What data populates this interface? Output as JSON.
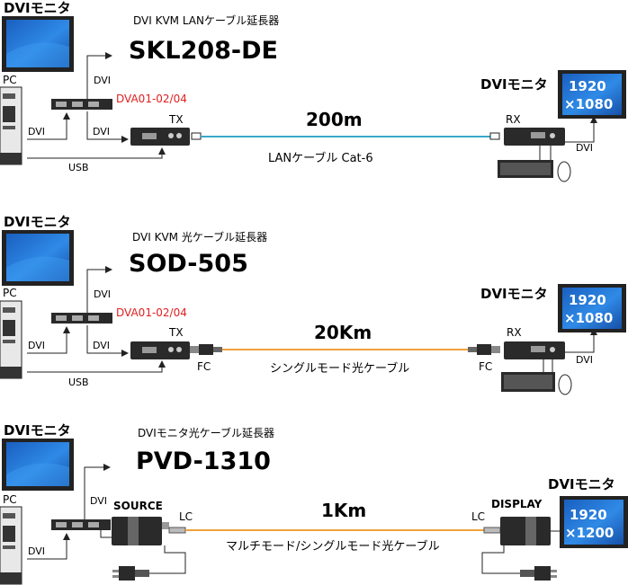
{
  "colors": {
    "lan": "#3aa8c8",
    "fiber": "#f0a23a",
    "red": "#e02020",
    "screen": "#1f6fcf",
    "device": "#2a2a2a"
  },
  "section1": {
    "monitor_left": "DVIモニタ",
    "subtitle": "DVI KVM LANケーブル延長器",
    "model": "SKL208-DE",
    "pc": "PC",
    "dvi_up": "DVI",
    "dvi_pc": "DVI",
    "dvi_tx": "DVI",
    "splitter": "DVA01-02/04",
    "tx": "TX",
    "usb": "USB",
    "distance": "200m",
    "cable": "LANケーブル Cat-6",
    "rx": "RX",
    "monitor_right": "DVIモニタ",
    "res_line1": "1920",
    "res_line2": "×1080",
    "dvi_rx": "DVI"
  },
  "section2": {
    "monitor_left": "DVIモニタ",
    "subtitle": "DVI KVM 光ケーブル延長器",
    "model": "SOD-505",
    "pc": "PC",
    "dvi_up": "DVI",
    "dvi_pc": "DVI",
    "dvi_tx": "DVI",
    "splitter": "DVA01-02/04",
    "tx": "TX",
    "usb": "USB",
    "fc_left": "FC",
    "distance": "20Km",
    "cable": "シングルモード光ケーブル",
    "rx": "RX",
    "fc_right": "FC",
    "monitor_right": "DVIモニタ",
    "res_line1": "1920",
    "res_line2": "×1080",
    "dvi_rx": "DVI"
  },
  "section3": {
    "monitor_left": "DVIモニタ",
    "subtitle": "DVIモニタ光ケーブル延長器",
    "model": "PVD-1310",
    "pc": "PC",
    "dvi_up": "DVI",
    "dvi_pc": "DVI",
    "source": "SOURCE",
    "lc_left": "LC",
    "distance": "1Km",
    "cable": "マルチモード/シングルモード光ケーブル",
    "display": "DISPLAY",
    "lc_right": "LC",
    "monitor_right": "DVIモニタ",
    "res_line1": "1920",
    "res_line2": "×1200"
  }
}
